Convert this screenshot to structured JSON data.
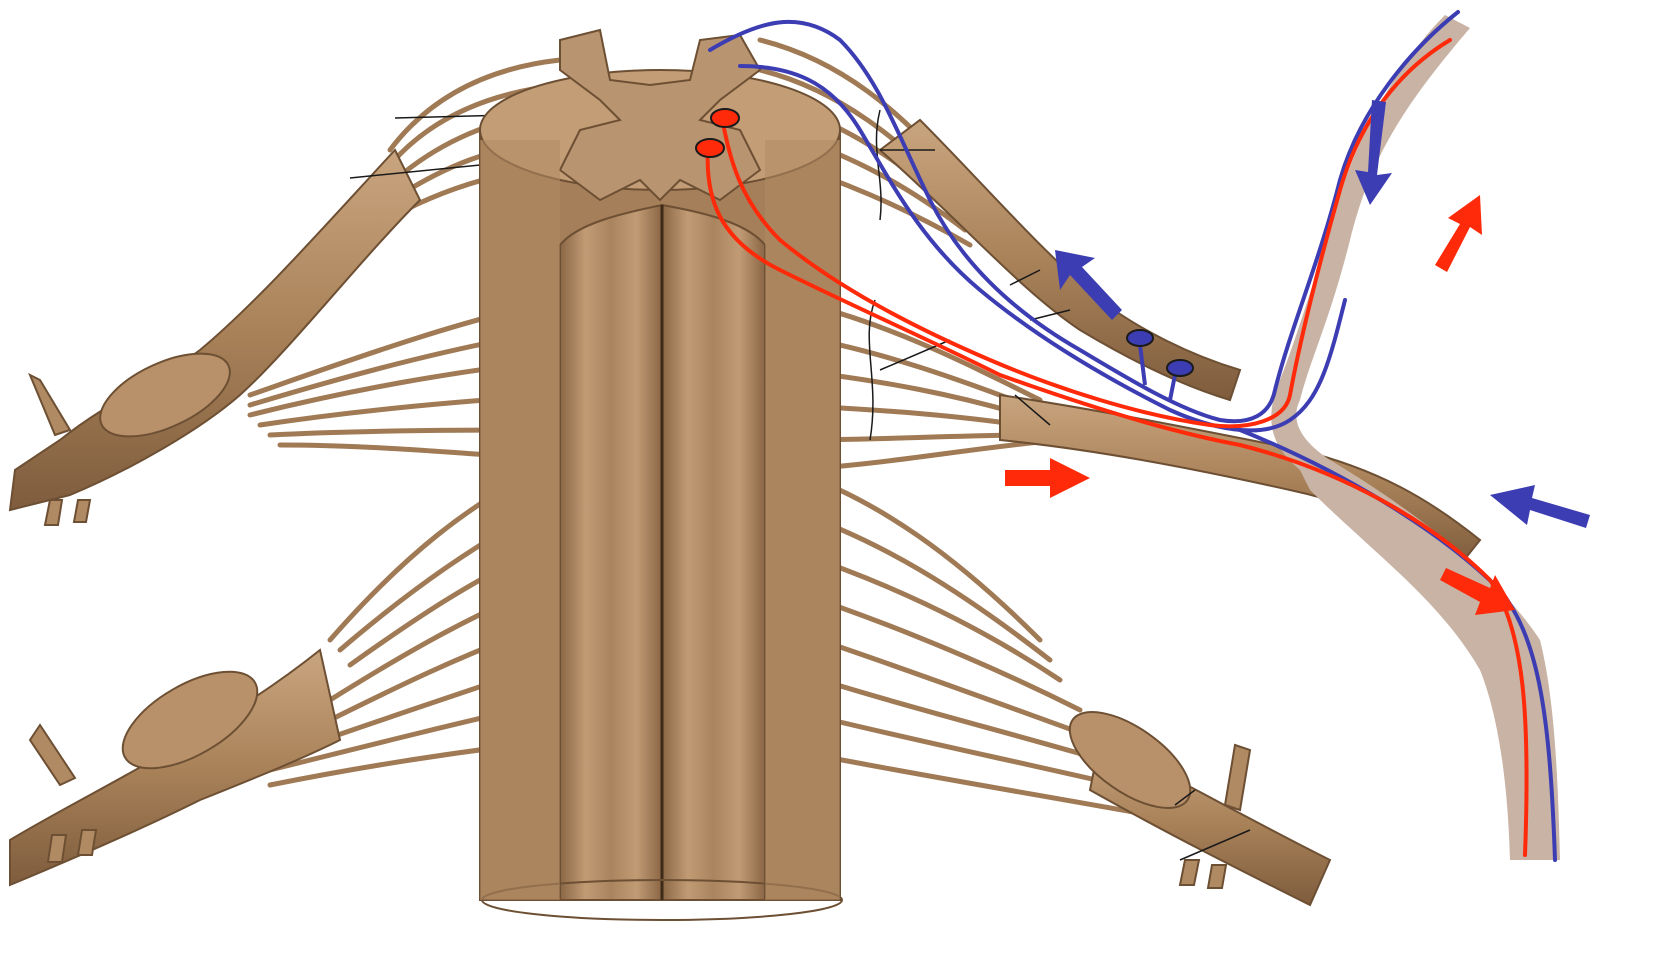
{
  "figure": {
    "subject": "spinal-cord-segment-with-spinal-nerves",
    "colors": {
      "background": "#ffffff",
      "tissue": "#b08a63",
      "tissue_light": "#c9a57f",
      "tissue_dark": "#7a5a3c",
      "nerve_sheath": "#c8b3a5",
      "sensory_pathway": "#3d3db3",
      "motor_pathway": "#ff2a0a",
      "outline": "#1a1a1a"
    },
    "pathways": [
      {
        "id": "afferent",
        "color_key": "sensory_pathway",
        "direction": "toward-spinal-cord"
      },
      {
        "id": "efferent",
        "color_key": "motor_pathway",
        "direction": "away-from-spinal-cord"
      }
    ],
    "markers": {
      "motor_cell_bodies": 2,
      "sensory_ganglion_cells": 2,
      "blue_arrows": 3,
      "red_arrows": 3
    }
  }
}
